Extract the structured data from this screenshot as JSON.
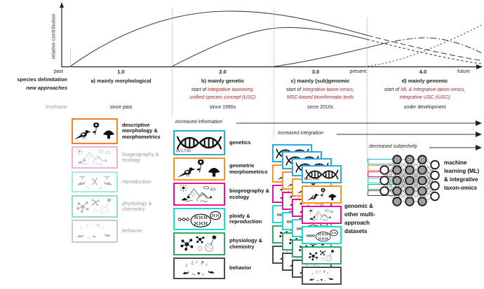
{
  "graph": {
    "y_axis_label": "relative contribution"
  },
  "timeline": {
    "past": "past",
    "present": "present",
    "future": "future"
  },
  "row_labels": {
    "species_delimitation": "species delimitation",
    "new_approaches": "new approaches",
    "timeframe": "timeframe"
  },
  "columns": {
    "a": {
      "version": "1.0",
      "title": "a) mainly morphological",
      "timeframe": "since past"
    },
    "b": {
      "version": "2.0",
      "title": "b) mainly genetic",
      "start_prefix": "start of ",
      "approach_line1": "integrative taxonomy,",
      "approach_line2": "unified species concept (USC)",
      "timeframe": "since 1990s"
    },
    "c": {
      "version": "3.0",
      "title": "c) mainly (sub)genomic",
      "start_prefix": "start of ",
      "approach_line1": "integrative taxon-omics,",
      "approach_line2": "MSC-based bioinformatic tools",
      "timeframe": "since 2010s"
    },
    "d": {
      "version": "4.0",
      "title": "d) mainly genomic",
      "start_prefix": "start of ",
      "approach_line1": "ML & integrative taxon-omics,",
      "approach_line2": "integrative USC (iUSC)",
      "timeframe": "under development"
    }
  },
  "trend_arrows": {
    "information": "increased information",
    "integration": "increased integration",
    "subjectivity": "decreased subjectivity"
  },
  "column_a_items": [
    {
      "label": "descriptive morphology & morphometrics",
      "color": "#f08122",
      "icon": "morpho",
      "faded": false
    },
    {
      "label": "biogeography & ecology",
      "color": "#f7aed6",
      "icon": "landscape",
      "faded": true
    },
    {
      "label": "reproduction",
      "color": "#9fe8ec",
      "icon": "repro",
      "faded": true
    },
    {
      "label": "physiology & chemistry",
      "color": "#8fdfc4",
      "icon": "molecule",
      "faded": true
    },
    {
      "label": "behavior",
      "color": "#c9c9c9",
      "icon": "notes",
      "faded": true
    }
  ],
  "column_b_items": [
    {
      "label": "genetics",
      "sub": "(A,C,T,G)",
      "color": "#29abe2",
      "icon": "dna"
    },
    {
      "label": "geometric morphometrics",
      "color": "#f7941d",
      "icon": "morpho"
    },
    {
      "label": "biogeography & ecology",
      "color": "#ec0e9a",
      "icon": "landscape"
    },
    {
      "label": "ploidy & reproduction",
      "color": "#10e0d6",
      "icon": "ploidy"
    },
    {
      "label": "physiology & chemistry",
      "color": "#3aa368",
      "icon": "molecule"
    },
    {
      "label": "behavior",
      "color": "#4d4d4d",
      "icon": "notes"
    }
  ],
  "column_c": {
    "label": "genomic & other multi-approach datasets"
  },
  "column_d": {
    "label": "machine learning (ML) & integrative taxon-omics",
    "legend_colors": [
      "#29abe2",
      "#f7941d",
      "#ec0e9a",
      "#10e0d6",
      "#3aa368",
      "#4d4d4d"
    ]
  },
  "colors": {
    "accent_red": "#b22222"
  }
}
